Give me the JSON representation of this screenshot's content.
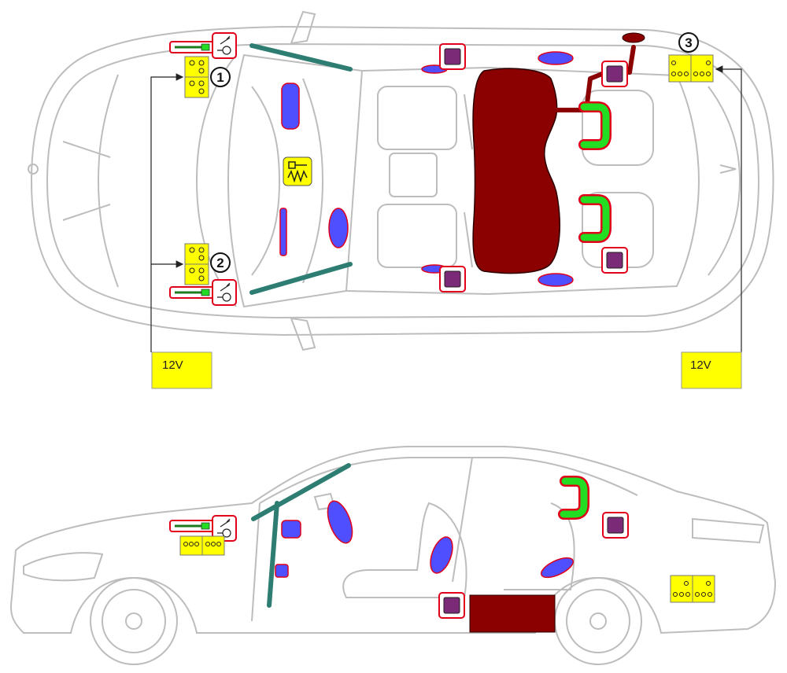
{
  "colors": {
    "outline": "#bdbdbd",
    "outline_dark": "#9a9a9a",
    "battery_yellow": "#ffff00",
    "fuel_tank": "#8b0000",
    "fuel_tank_stroke": "#2a0000",
    "airbag_blue": "#4f4fff",
    "airbag_red": "#e0001a",
    "curtain_airbag_teal": "#2e7d72",
    "sensor_purple": "#7b2a77",
    "belt_tensioner_green": "#22dd22",
    "arrow": "#222222"
  },
  "voltage_boxes": [
    {
      "id": "left",
      "label": "12V"
    },
    {
      "id": "right",
      "label": "12V"
    }
  ],
  "callouts": [
    {
      "id": "callout-1",
      "label": "1"
    },
    {
      "id": "callout-2",
      "label": "2"
    },
    {
      "id": "callout-3",
      "label": "3"
    }
  ],
  "icons": {
    "battery": "battery-icon",
    "hood_lift": "hood-lifter-icon",
    "control_unit": "airbag-control-unit-icon",
    "sensor": "crash-sensor-icon",
    "airbag": "airbag-icon",
    "belt": "seatbelt-tensioner-icon"
  }
}
